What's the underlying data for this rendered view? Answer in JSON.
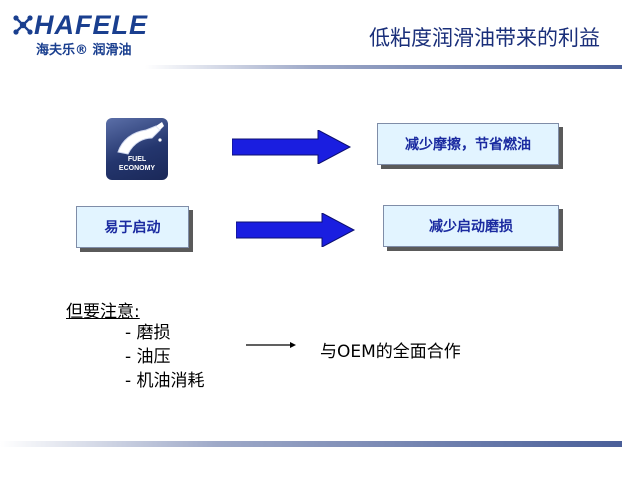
{
  "header": {
    "logo_brand": "HAFELE",
    "logo_subtitle": "海夫乐® 润滑油",
    "title": "低粘度润滑油带来的利益"
  },
  "fuel_icon": {
    "line1": "FUEL",
    "line2": "ECONOMY"
  },
  "diagram": {
    "box_top_right": "减少摩擦，节省燃油",
    "box_mid_left": "易于启动",
    "box_mid_right": "减少启动磨损"
  },
  "notes": {
    "heading": "但要注意",
    "heading_colon": ":",
    "items": [
      "- 磨损",
      "- 油压",
      "- 机油消耗"
    ],
    "result": "与OEM的全面合作"
  },
  "colors": {
    "brand": "#1a3f8f",
    "arrow": "#1a1ee0",
    "box_fill": "#e2f4ff",
    "box_text": "#1a2aa0"
  }
}
